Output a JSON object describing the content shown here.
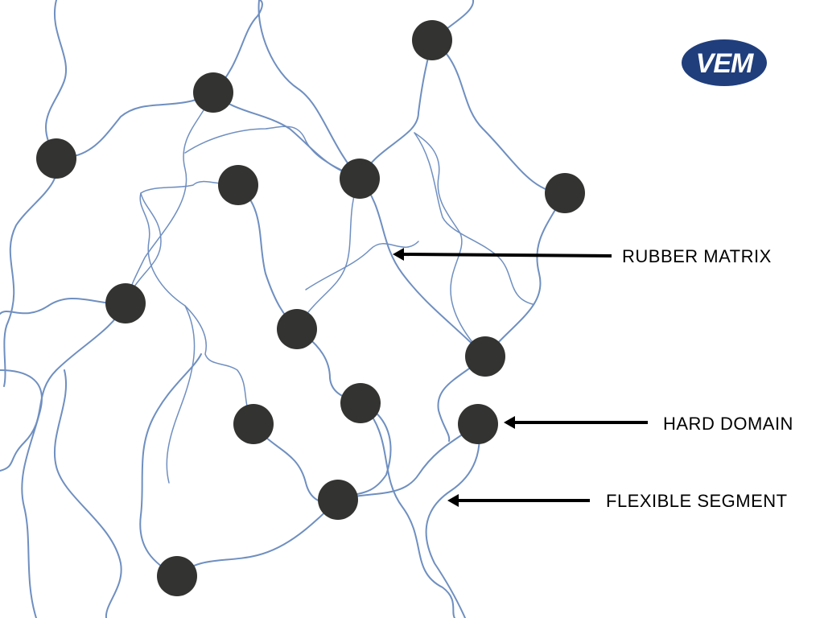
{
  "logo": {
    "text": "VEM",
    "color": "#203e7c"
  },
  "labels": {
    "rubber_matrix": "RUBBER MATRIX",
    "hard_domain": "HARD DOMAIN",
    "flexible_segment": "FLEXIBLE SEGMENT"
  },
  "colors": {
    "chain": "#6f8fc0",
    "domain": "#333431",
    "arrow": "#000000",
    "background": "#ffffff"
  }
}
